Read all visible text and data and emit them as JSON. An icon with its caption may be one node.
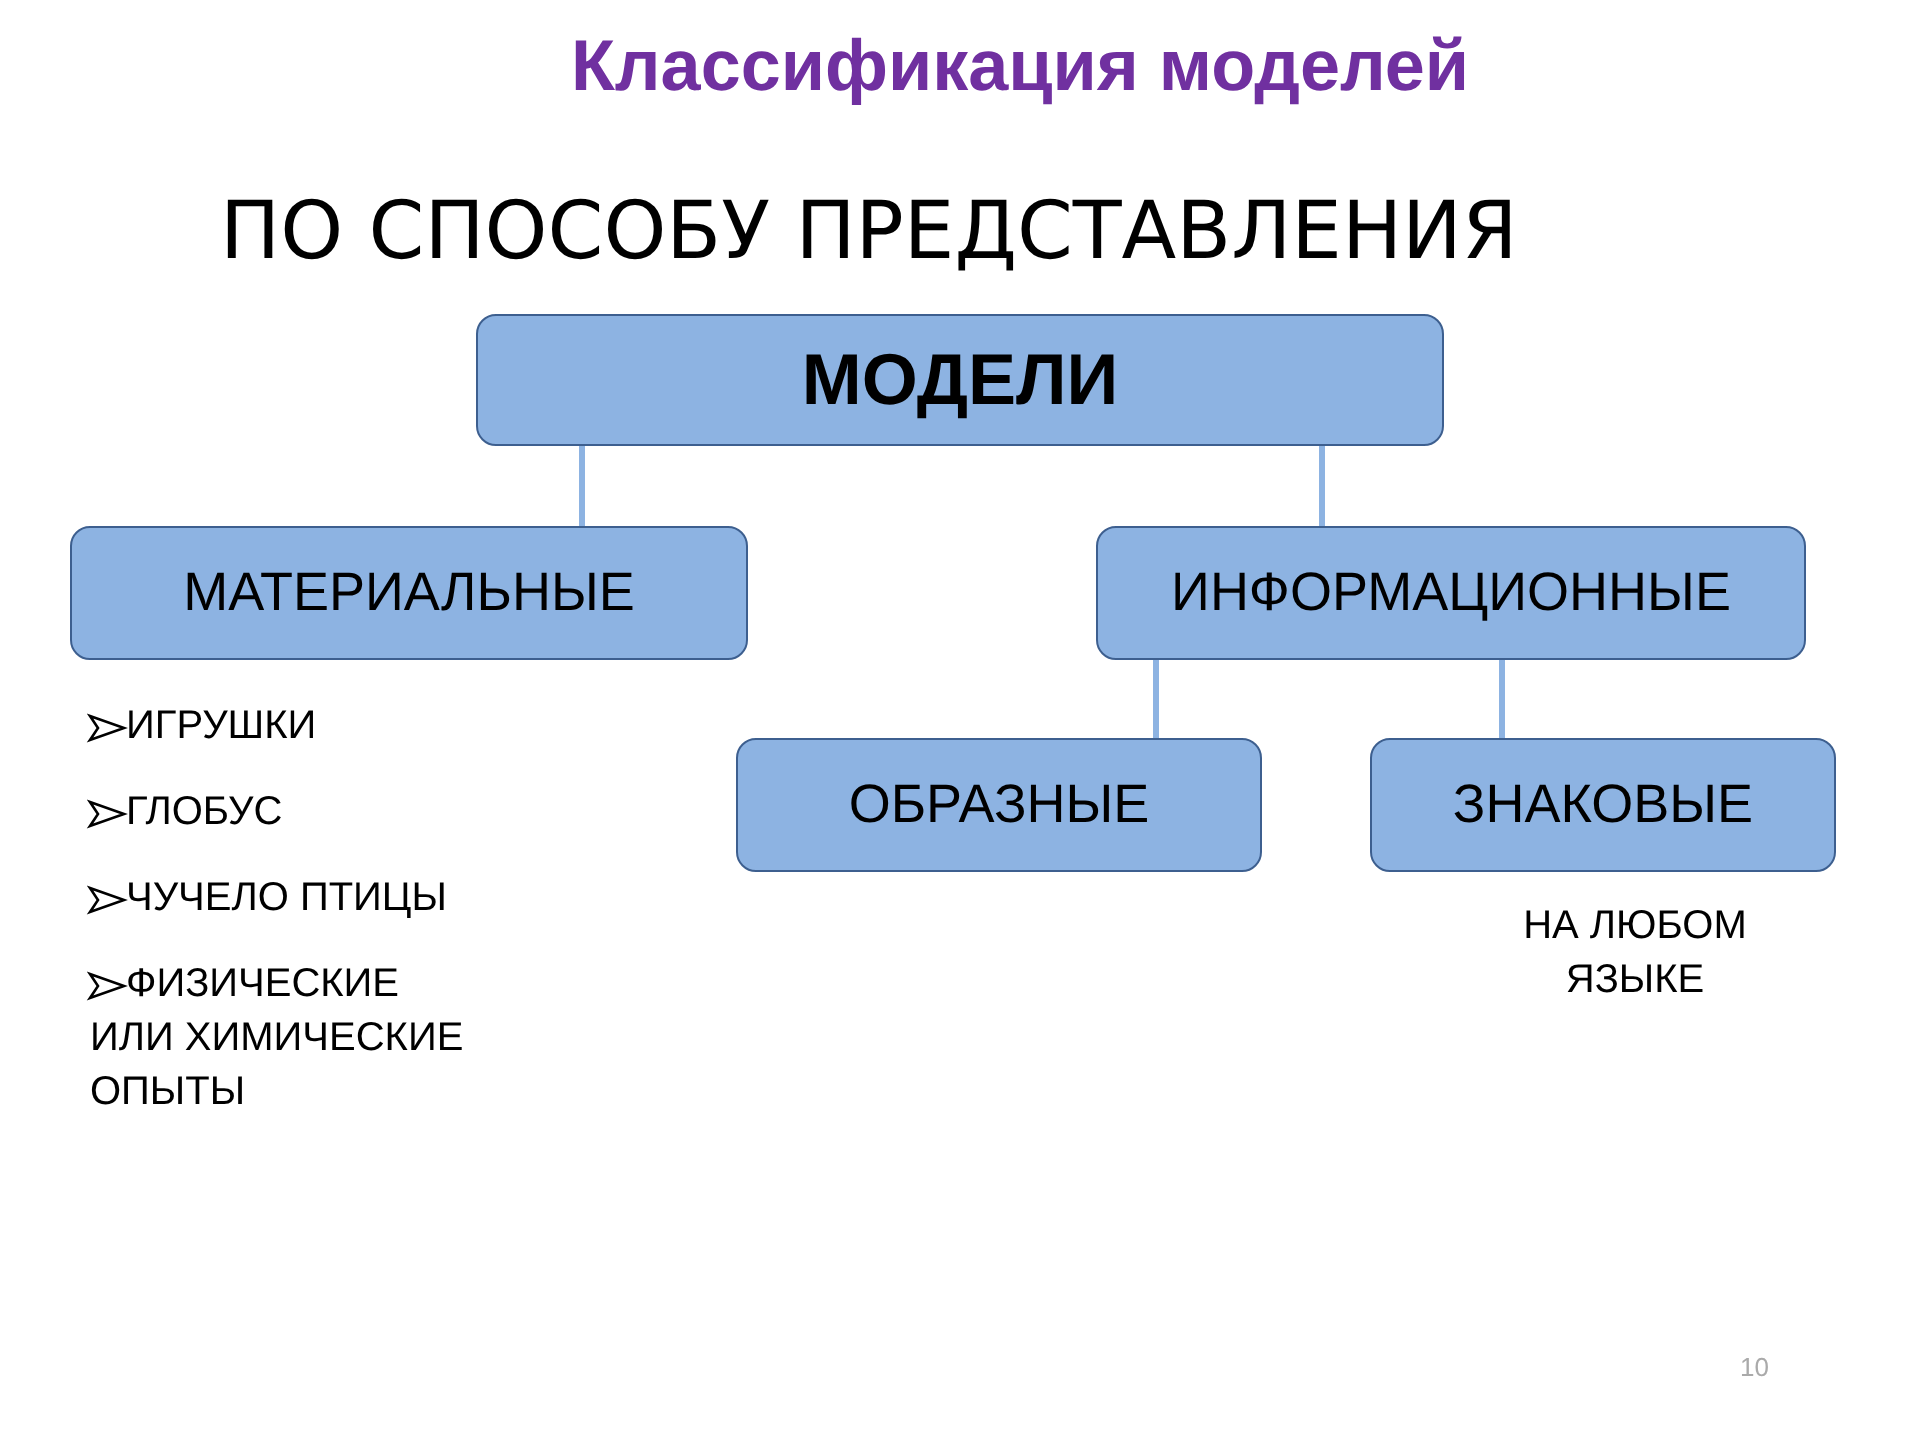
{
  "diagram": {
    "title": "Классификация моделей",
    "nodes": [
      {
        "text": [
          "МОДЕЛИ"
        ]
      },
      {
        "text": [
          "МАТЕРИАЛЬНЫЕ"
        ],
        "beside": [
          "ИГРУШКИ",
          "ГЛОБУС",
          "ЧУЧЕЛО ПТИЦЫ",
          "ФИЗИЧЕСКИЕ ИЛИ ХИМИЧЕСКИЕ ОПЫТЫ"
        ]
      },
      {
        "text": [
          "ИНФОРМАЦИОННЫЕ"
        ]
      },
      {
        "text": [
          "ОБРАЗНЫЕ"
        ]
      },
      {
        "text": [
          "ЗНАКОВЫЕ"
        ],
        "beside": [
          "НА ЛЮБОМ ЯЗЫКЕ"
        ]
      }
    ],
    "edges": [
      {
        "from": 0,
        "to": 1,
        "arrow": "none"
      },
      {
        "from": 0,
        "to": 2,
        "arrow": "none"
      },
      {
        "from": 2,
        "to": 3,
        "arrow": "none"
      },
      {
        "from": 2,
        "to": 4,
        "arrow": "none"
      }
    ],
    "labels": [
      "ПО СПОСОБУ ПРЕДСТАВЛЕНИЯ",
      "10"
    ]
  }
}
